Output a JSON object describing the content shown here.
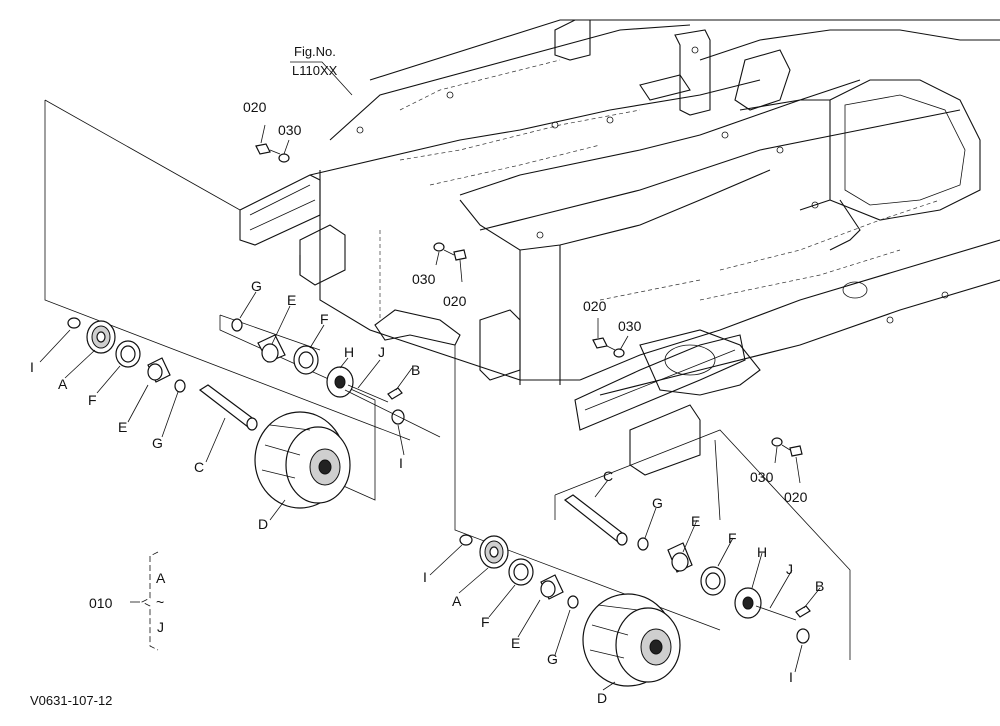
{
  "figure_ref": {
    "line1": "Fig.No.",
    "line2": "L110XX"
  },
  "drawing_code": "V0631-107-12",
  "legend": {
    "number": "010",
    "from": "A",
    "tilde": "~",
    "to": "J"
  },
  "callouts": {
    "bolt": "020",
    "washer": "030",
    "a": "A",
    "b": "B",
    "c": "C",
    "d": "D",
    "e": "E",
    "f": "F",
    "g": "G",
    "h": "H",
    "i": "I",
    "j": "J"
  }
}
